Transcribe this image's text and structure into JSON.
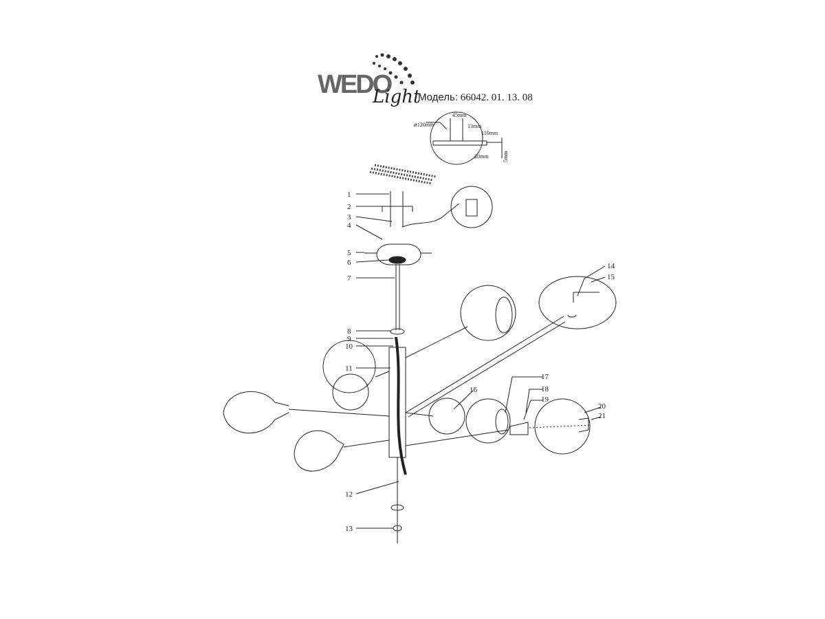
{
  "logo": {
    "brand": "WEDO",
    "sub": "Light"
  },
  "model": {
    "label": "Модель:",
    "number": "66042. 01. 13. 08"
  },
  "dimensions": {
    "diameter": "⌀120mm",
    "d45": "45mm",
    "d13": "13mm",
    "d110": "110mm",
    "d20": "20mm",
    "d5": "5mm"
  },
  "callouts": [
    "1",
    "2",
    "3",
    "4",
    "5",
    "6",
    "7",
    "8",
    "9",
    "10",
    "11",
    "12",
    "13",
    "14",
    "15",
    "16",
    "17",
    "18",
    "19",
    "20",
    "21"
  ]
}
